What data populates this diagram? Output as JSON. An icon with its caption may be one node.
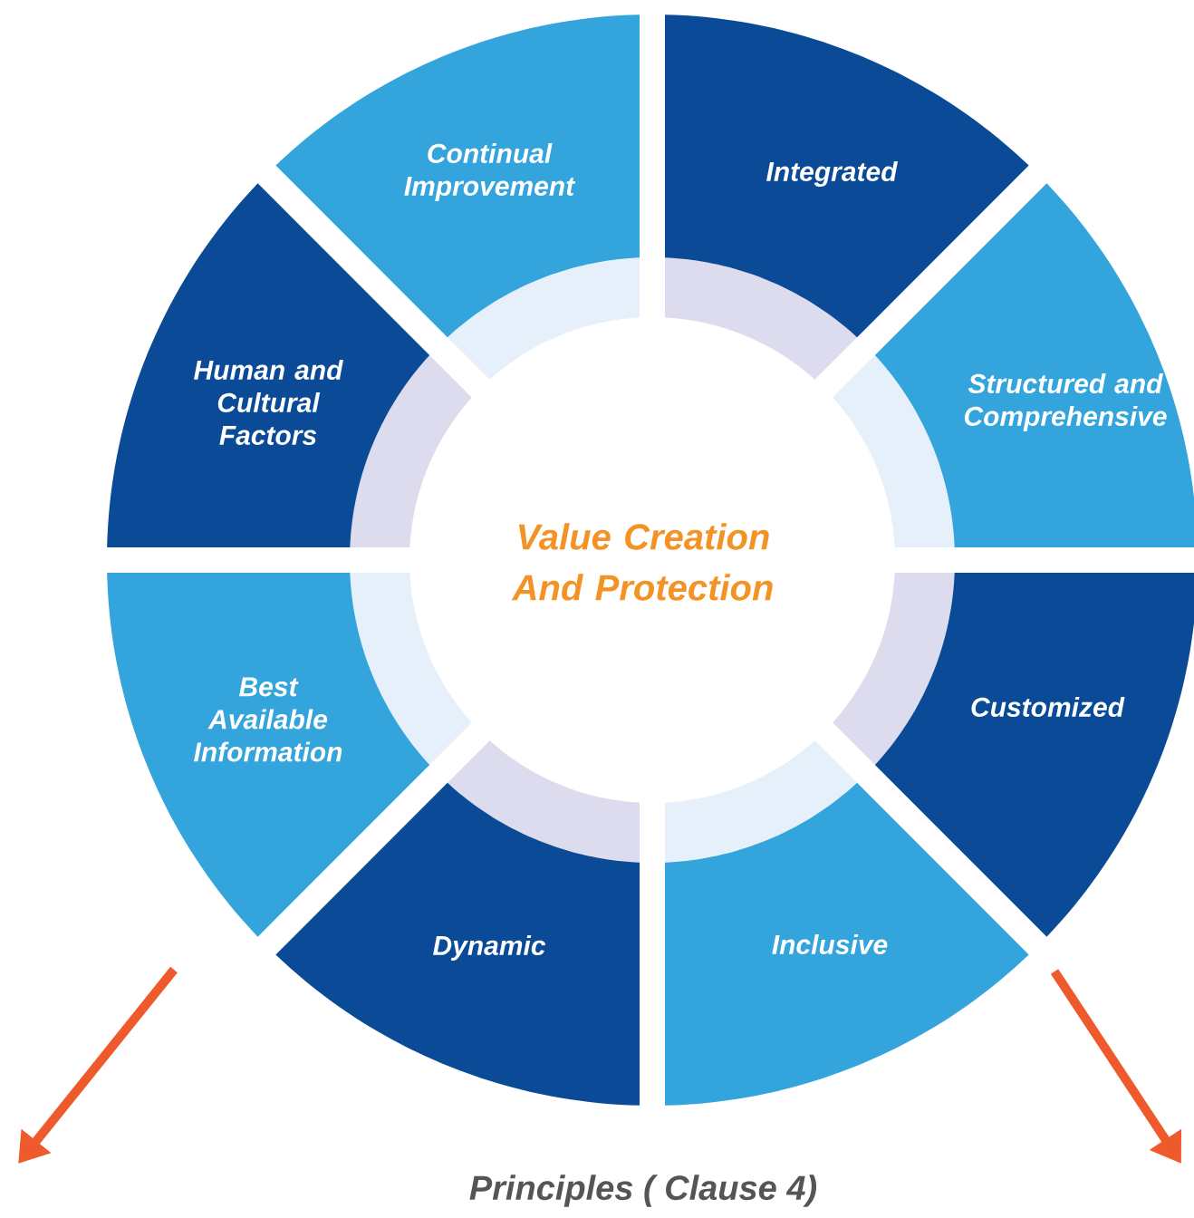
{
  "diagram": {
    "caption": "Principles ( Clause 4)",
    "nodes": [
      {
        "text": [
          "Integrated"
        ]
      },
      {
        "text": [
          "Structured and Comprehensive"
        ]
      },
      {
        "text": [
          "Customized"
        ]
      },
      {
        "text": [
          "Inclusive"
        ]
      },
      {
        "text": [
          "Dynamic"
        ]
      },
      {
        "text": [
          "Best Available Information"
        ]
      },
      {
        "text": [
          "Human and Cultural Factors"
        ]
      },
      {
        "text": [
          "Continual Improvement"
        ]
      },
      {
        "text": [
          "Value Creation And Protection"
        ]
      }
    ]
  }
}
